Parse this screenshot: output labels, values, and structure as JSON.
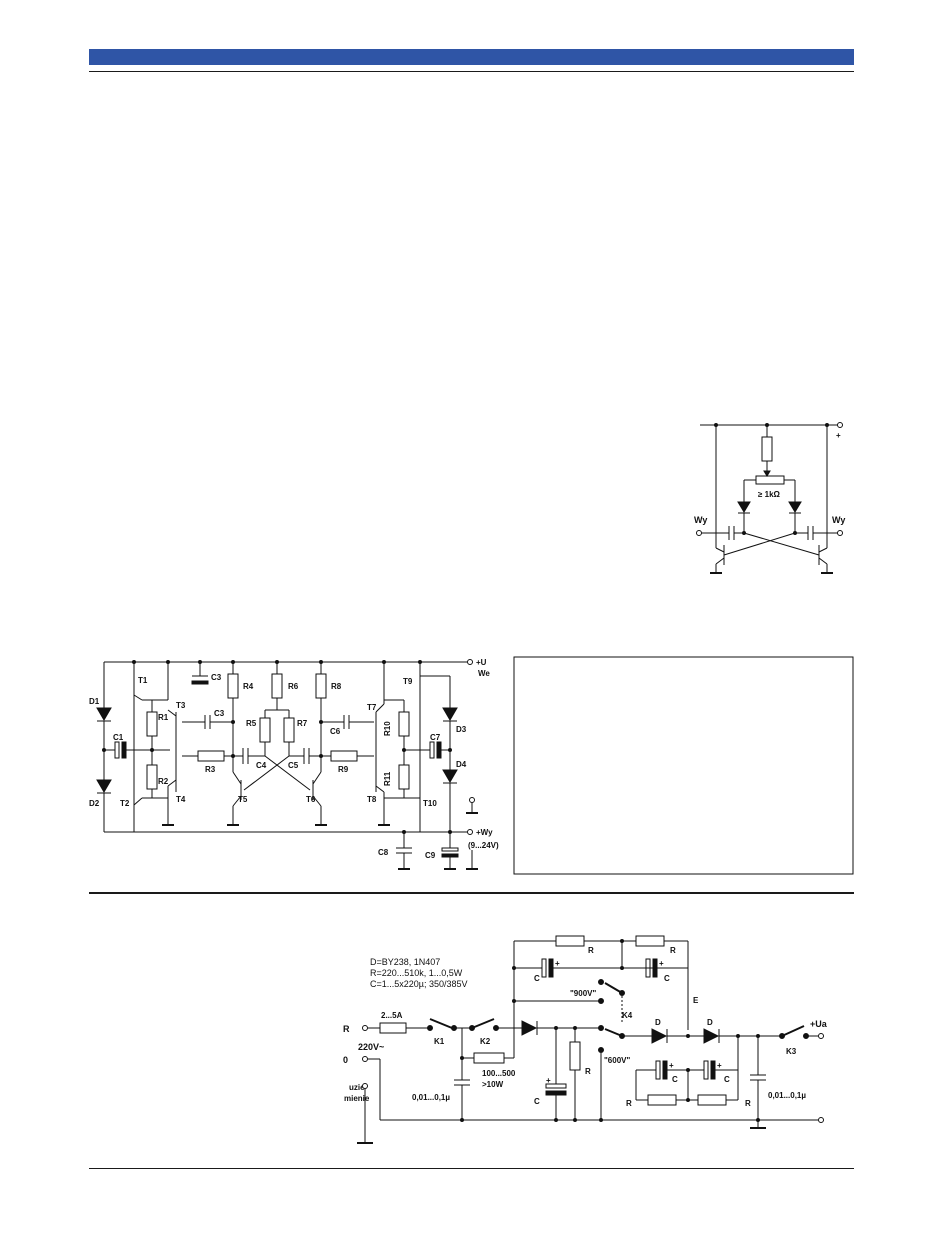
{
  "colors": {
    "header_bar": "#2f55a6",
    "ink": "#111111"
  },
  "diagram_top_right": {
    "resistor_label": "≥ 1kΩ",
    "plus": "+",
    "out_left": "Wy",
    "out_right": "Wy"
  },
  "diagram_middle": {
    "supply_in": "+U",
    "supply_in_sub": "We",
    "supply_out": "+Wy",
    "supply_out_range": "(9...24V)",
    "labels": {
      "D1": "D1",
      "D2": "D2",
      "D3": "D3",
      "D4": "D4",
      "C1": "C1",
      "C3a": "C3",
      "C3b": "C3",
      "C4": "C4",
      "C5": "C5",
      "C6": "C6",
      "C7": "C7",
      "C8": "C8",
      "C9": "C9",
      "R1": "R1",
      "R2": "R2",
      "R3": "R3",
      "R4": "R4",
      "R5": "R5",
      "R6": "R6",
      "R7": "R7",
      "R8": "R8",
      "R9": "R9",
      "R10": "R10",
      "R11": "R11",
      "T1": "T1",
      "T2": "T2",
      "T3": "T3",
      "T4": "T4",
      "T5": "T5",
      "T6": "T6",
      "T7": "T7",
      "T8": "T8",
      "T9": "T9",
      "T10": "T10"
    }
  },
  "diagram_bottom": {
    "notes": [
      "D=BY238, 1N407",
      "R=220...510k, 1...0,5W",
      "C=1...5x220µ; 350/385V"
    ],
    "fuse": "2...5A",
    "mains": "220V~",
    "terminal_r": "R",
    "terminal_0": "0",
    "ground_line1": "uzie-",
    "ground_line2": "mienie",
    "switch_k1": "K1",
    "switch_k2": "K2",
    "switch_k3": "K3",
    "switch_k4": "K4",
    "series_res_line1": "100...500",
    "series_res_line2": ">10W",
    "cap_left": "0,01...0,1µ",
    "cap_right": "0,01...0,1µ",
    "tap_900": "\"900V\"",
    "tap_600": "\"600V\"",
    "output": "+Ua",
    "node_e": "E",
    "part_r": "R",
    "part_c": "C",
    "part_d": "D",
    "plus": "+"
  }
}
